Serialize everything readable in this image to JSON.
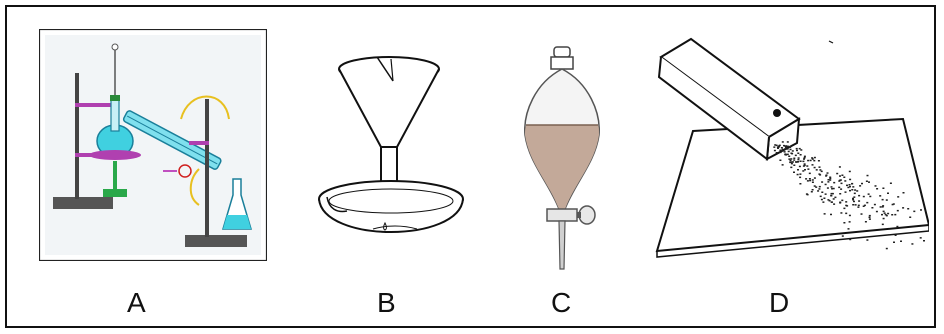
{
  "figure": {
    "panels": [
      {
        "label": "A",
        "icon": "distillation-apparatus-icon"
      },
      {
        "label": "B",
        "icon": "filtration-funnel-and-basin-icon"
      },
      {
        "label": "C",
        "icon": "separatory-funnel-icon"
      },
      {
        "label": "D",
        "icon": "evaporation-powder-on-sheet-icon"
      }
    ]
  }
}
